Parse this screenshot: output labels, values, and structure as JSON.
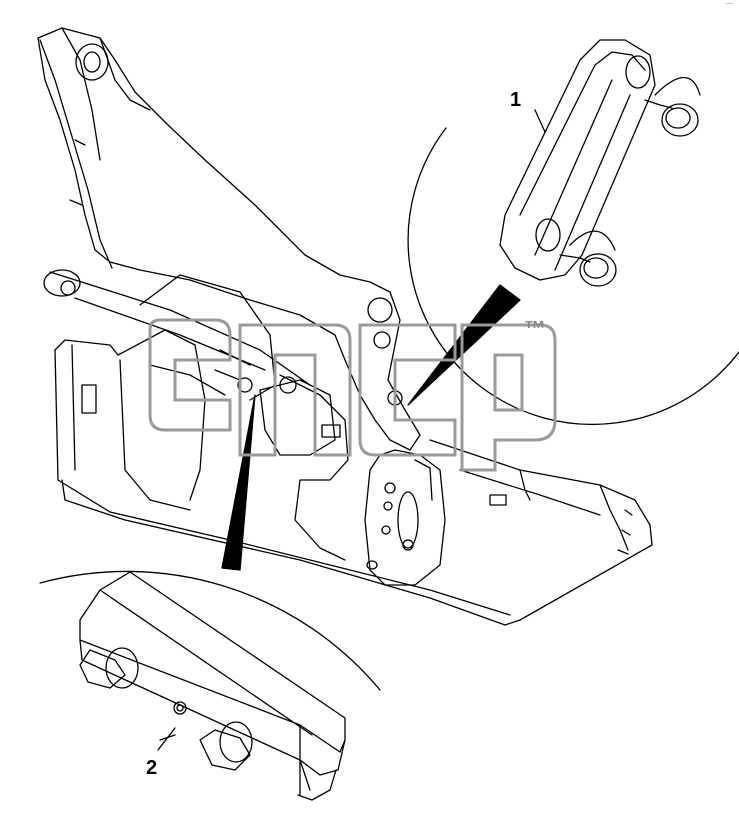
{
  "callouts": [
    {
      "id": "1",
      "label": "1"
    },
    {
      "id": "2",
      "label": "2"
    }
  ],
  "watermark": {
    "mark": "™"
  },
  "corner_mark": "—",
  "colors": {
    "line": "#000000",
    "background": "#ffffff",
    "watermark": "#9a9a9a"
  }
}
